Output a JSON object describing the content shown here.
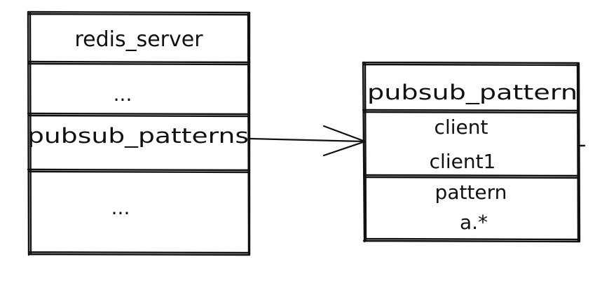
{
  "redis_server": {
    "title": "redis_server",
    "field_1": "...",
    "field_2": "pubsub_patterns",
    "field_3": "..."
  },
  "pubsub_pattern": {
    "title": "pubsub_pattern",
    "client_label": "client",
    "client_value": "client1",
    "pattern_label": "pattern",
    "pattern_value": "a.*"
  },
  "colors": {
    "ink": "#111111",
    "background": "#ffffff"
  }
}
